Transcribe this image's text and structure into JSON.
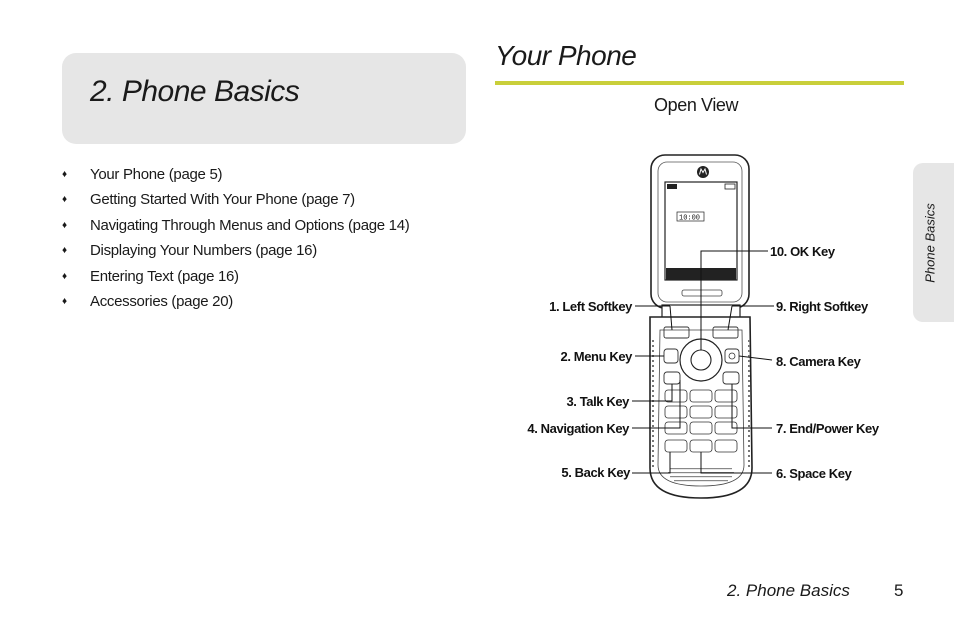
{
  "chapter": {
    "title": "2.   Phone Basics",
    "toc": [
      "Your Phone (page 5)",
      "Getting Started With Your Phone (page 7)",
      "Navigating Through Menus and Options (page 14)",
      "Displaying Your Numbers (page 16)",
      "Entering Text (page 16)",
      "Accessories (page 20)"
    ],
    "bullet": "♦"
  },
  "section": {
    "title": "Your Phone",
    "subheading": "Open View"
  },
  "phone_screen": {
    "time": "10:00"
  },
  "callouts": {
    "left_softkey": "1. Left Softkey",
    "menu_key": "2. Menu Key",
    "talk_key": "3. Talk Key",
    "navigation_key": "4. Navigation Key",
    "back_key": "5. Back Key",
    "space_key": "6. Space Key",
    "end_power_key": "7. End/Power Key",
    "camera_key": "8. Camera Key",
    "right_softkey": "9. Right Softkey",
    "ok_key": "10. OK Key"
  },
  "side_tab": {
    "label": "Phone Basics"
  },
  "footer": {
    "chapter": "2. Phone Basics",
    "page": "5"
  },
  "colors": {
    "accent_rule": "#c9cf3a",
    "panel_gray": "#e6e6e6"
  },
  "icons": {
    "brand_logo": "motorola-logo-icon"
  }
}
